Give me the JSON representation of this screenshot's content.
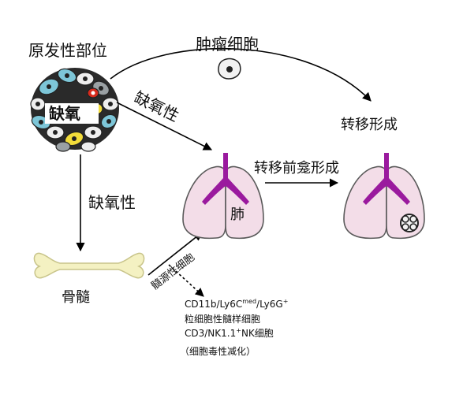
{
  "labels": {
    "primary_site": "原发性部位",
    "tumor_cells": "肿瘤细胞",
    "hypoxia_badge": "缺氧",
    "hypoxic_diag": "缺氧性",
    "hypoxic_down": "缺氧性",
    "metastasis_formation": "转移形成",
    "premetastatic_niche": "转移前龛形成",
    "lung": "肺",
    "bone_marrow": "骨髓",
    "myeloid_cells": "髓源性细胞"
  },
  "cell_types": {
    "line1_prefix": "CD11b/Ly6C",
    "line1_sup1": "med",
    "line1_mid": "/Ly6G",
    "line1_sup2": "+",
    "line2": "粒细胞性髓样细胞",
    "line3_prefix": "CD3/NK1.1",
    "line3_sup": "+",
    "line3_suffix": "NK细胞",
    "line4": "（细胞毒性减化）"
  },
  "colors": {
    "lung_fill": "#f3dde8",
    "lung_stroke": "#5a5a5a",
    "airway": "#9a1a9e",
    "bone_fill": "#f4f1c2",
    "bone_stroke": "#c8c48a",
    "cell_blue": "#7dc6d8",
    "cell_yellow": "#f2dc3a",
    "cell_gray": "#9aa0a3",
    "cell_red": "#d82a1c",
    "arrow": "#000000"
  }
}
